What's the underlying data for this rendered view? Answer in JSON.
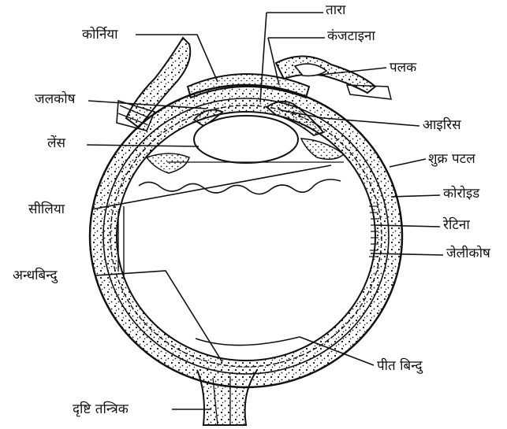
{
  "diagram": {
    "labels": {
      "tara": "तारा",
      "cornea": "कोर्निया",
      "conjunctiva": "कंजटाइना",
      "eyelid": "पलक",
      "aqueous": "जलकोष",
      "iris": "आइरिस",
      "lens": "लेंस",
      "sclera": "शुक्र पटल",
      "choroid": "कोरोइड",
      "cilia": "सीलिया",
      "retina": "रेटिना",
      "vitreous": "जेलीकोष",
      "blind_spot": "अन्धबिन्दु",
      "yellow_spot": "पीत बिन्दु",
      "optic_nerve": "दृष्टि तन्त्रिक"
    },
    "colors": {
      "ink": "#111111",
      "paper": "#ffffff"
    }
  }
}
